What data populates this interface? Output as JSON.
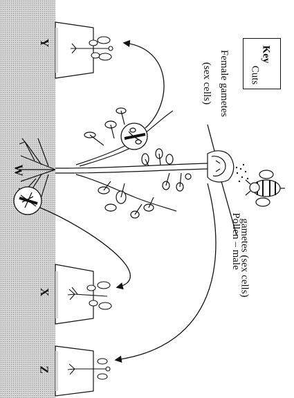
{
  "labels": {
    "y": "Y",
    "w": "W",
    "x": "X",
    "z": "Z",
    "female": "Female gametes",
    "female2": "(sex cells)",
    "pollen": "Pollen – male",
    "pollen2": "gametes (sex cells)"
  },
  "key": {
    "title": "Key",
    "item": "Cuts"
  }
}
